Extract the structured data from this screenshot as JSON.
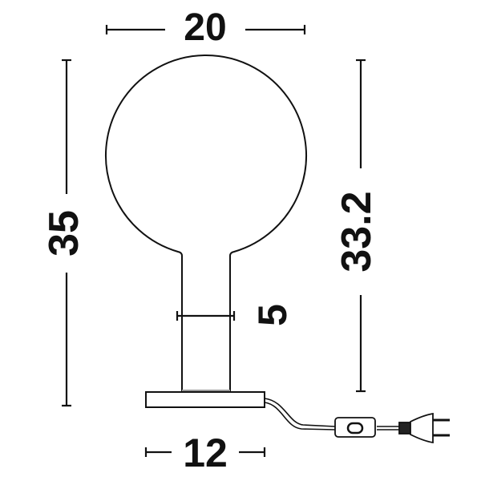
{
  "diagram": {
    "type": "technical-drawing",
    "subject": "table lamp with globe shade",
    "line_color": "#111111",
    "background": "#ffffff"
  },
  "dimensions": {
    "width_top": "20",
    "height_total": "35",
    "height_shade": "33.2",
    "neck_width": "5",
    "base_width": "12"
  },
  "components": [
    "globe-shade",
    "neck",
    "base",
    "cable",
    "inline-switch",
    "plug"
  ]
}
